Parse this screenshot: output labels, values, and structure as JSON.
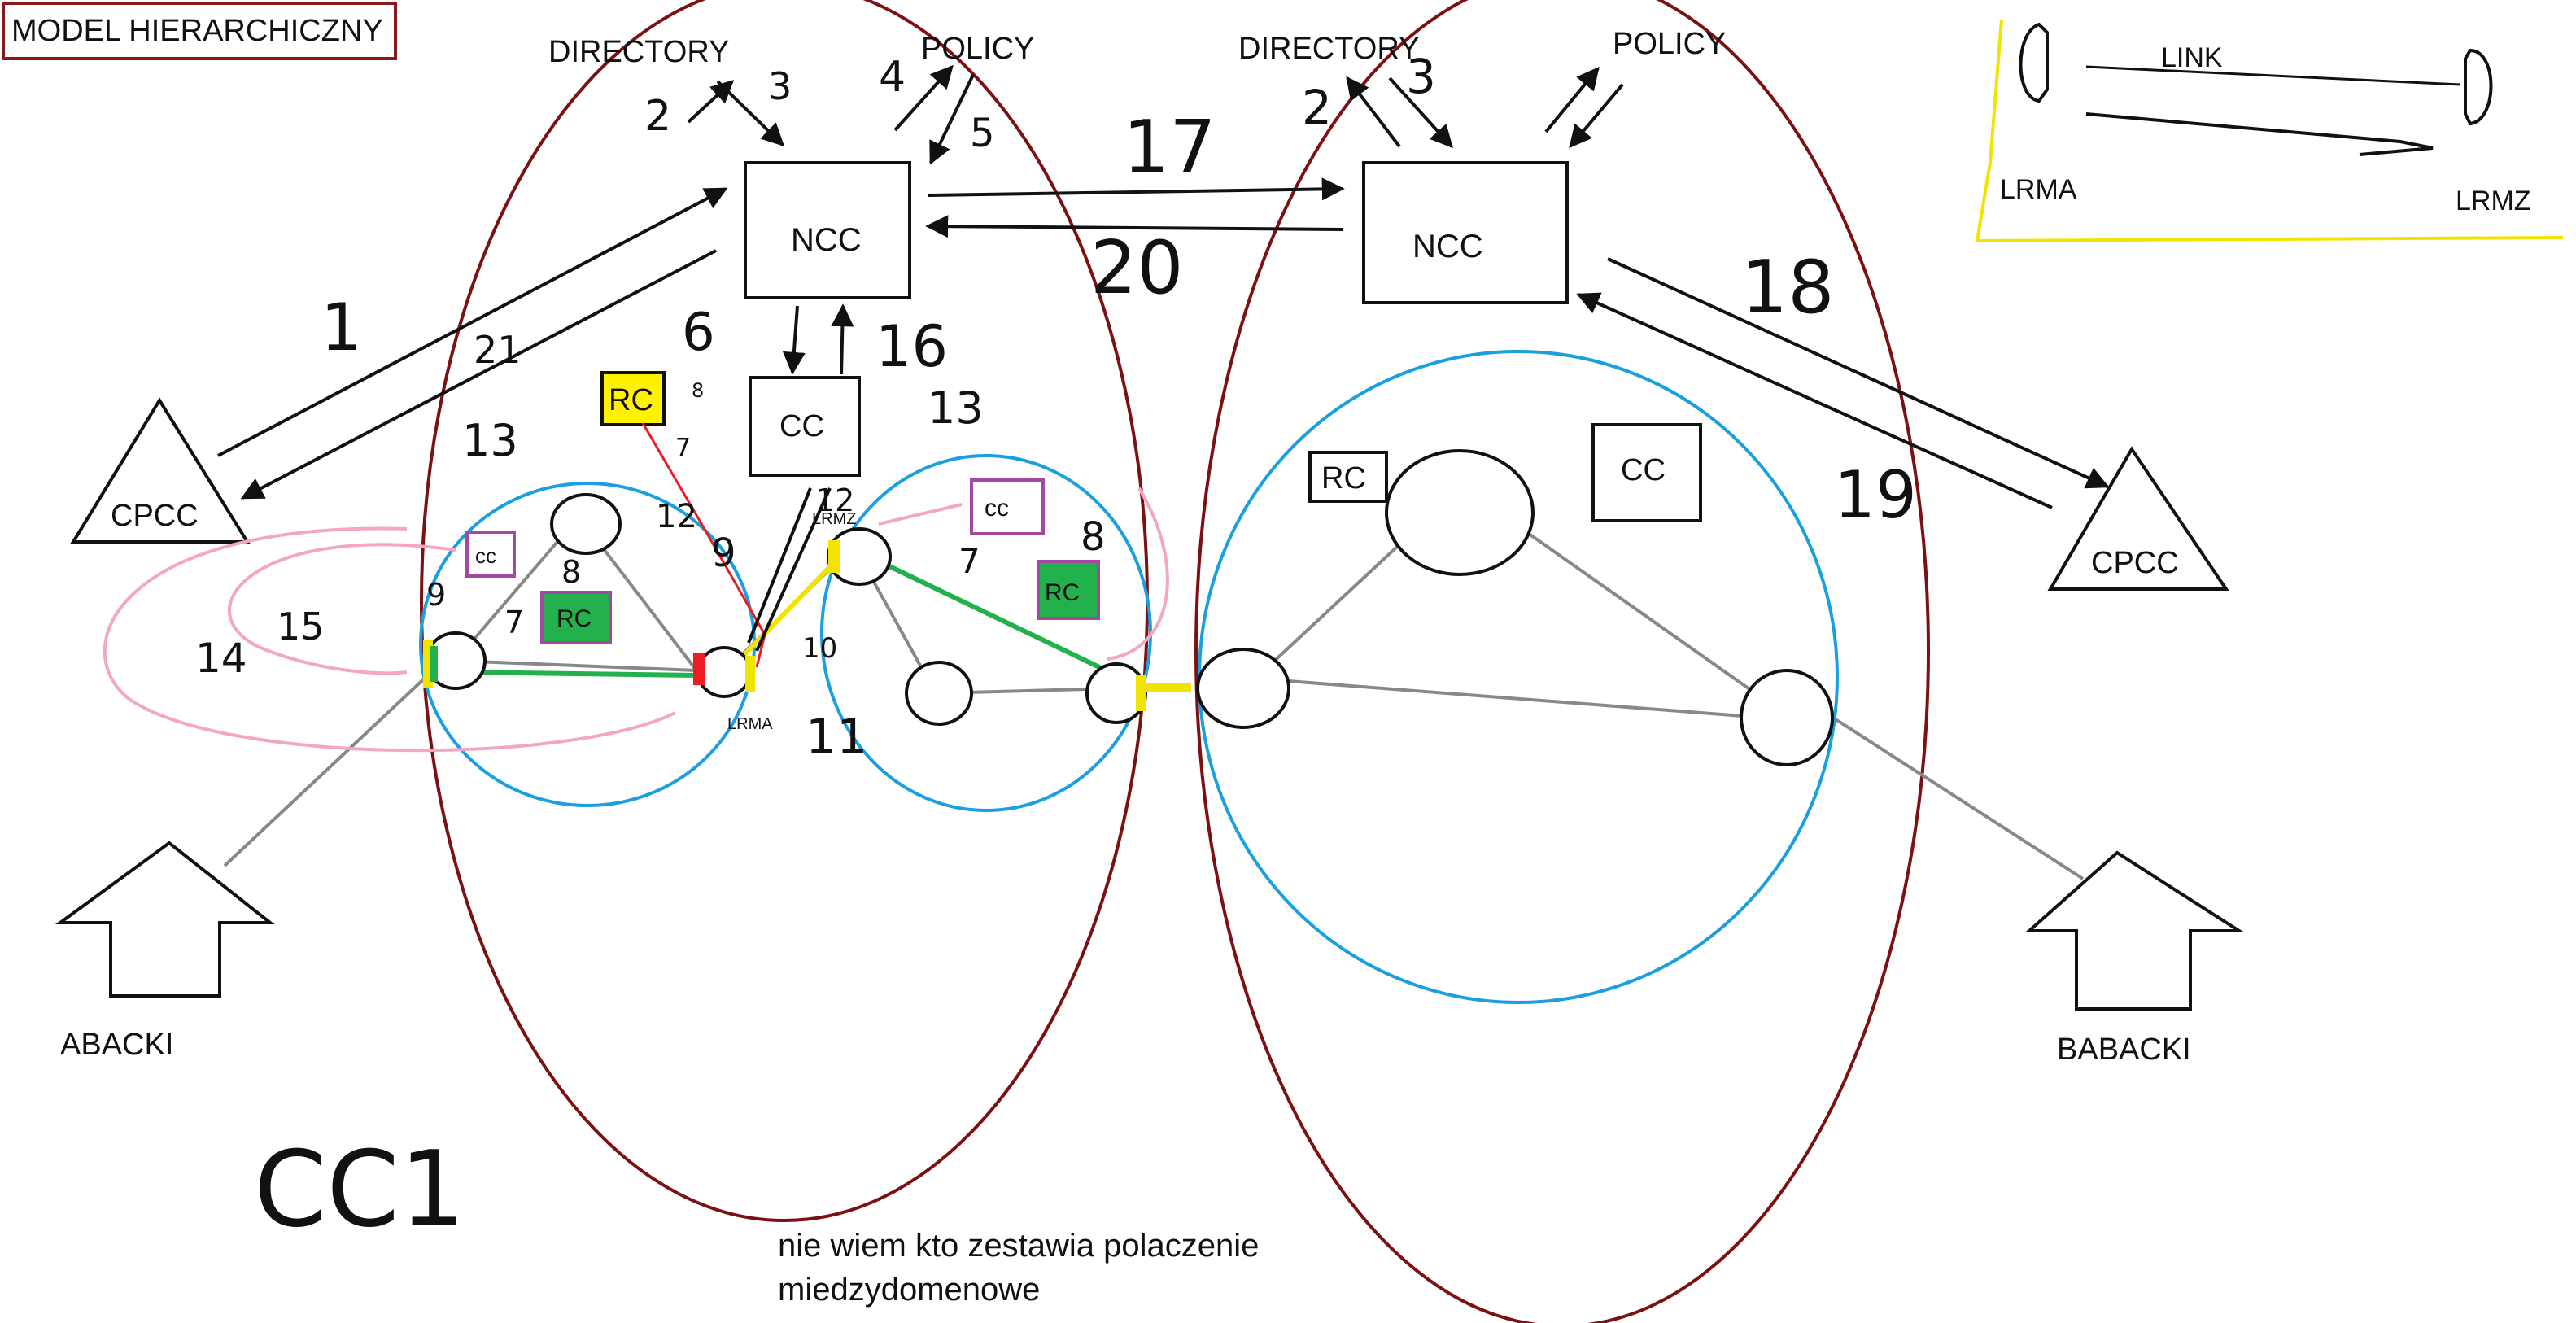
{
  "title": "MODEL HIERARCHICZNY",
  "left_domain": {
    "directory": "DIRECTORY",
    "policy": "POLICY",
    "ncc": "NCC",
    "cc": "CC",
    "rc": "RC",
    "cpcc": "CPCC",
    "user": "ABACKI",
    "sub_cc": "cc",
    "sub_rc": "RC",
    "sub_cc2": "cc",
    "sub_rc2": "RC",
    "lrmz": "LRMZ",
    "lrma": "LRMA"
  },
  "right_domain": {
    "directory": "DIRECTORY",
    "policy": "POLICY",
    "ncc": "NCC",
    "cc": "CC",
    "rc": "RC",
    "cpcc": "CPCC",
    "user": "BABACKI"
  },
  "legend": {
    "link": "LINK",
    "lrma": "LRMA",
    "lrmz": "LRMZ"
  },
  "step_numbers": {
    "s1": "1",
    "s2": "2",
    "s3": "3",
    "s4": "4",
    "s5": "5",
    "s6": "6",
    "s7": "7",
    "s8": "8",
    "s9": "9",
    "s10": "10",
    "s11": "11",
    "s12": "12",
    "s13": "13",
    "s14": "14",
    "s15": "15",
    "s16": "16",
    "s17": "17",
    "s18": "18",
    "s19": "19",
    "s20": "20",
    "s21": "21",
    "r2": "2",
    "r3": "3",
    "b13": "13",
    "p8": "8",
    "p7": "7",
    "p9": "9",
    "p8b": "8",
    "p7b": "7",
    "red12": "12",
    "s7b": "7"
  },
  "pink_note": "CC1",
  "note_line1": "nie wiem kto zestawia polaczenie",
  "note_line2": "miedzydomenowe",
  "colors": {
    "domain_ellipse": "#7b1113",
    "subnet_circle": "#1a9fe0",
    "note": "#f0e400",
    "pink": "#f4a6c6",
    "purple": "#a349a4",
    "green": "#22b14c",
    "rc_yellow": "#fff200",
    "red": "#ed1c24"
  }
}
